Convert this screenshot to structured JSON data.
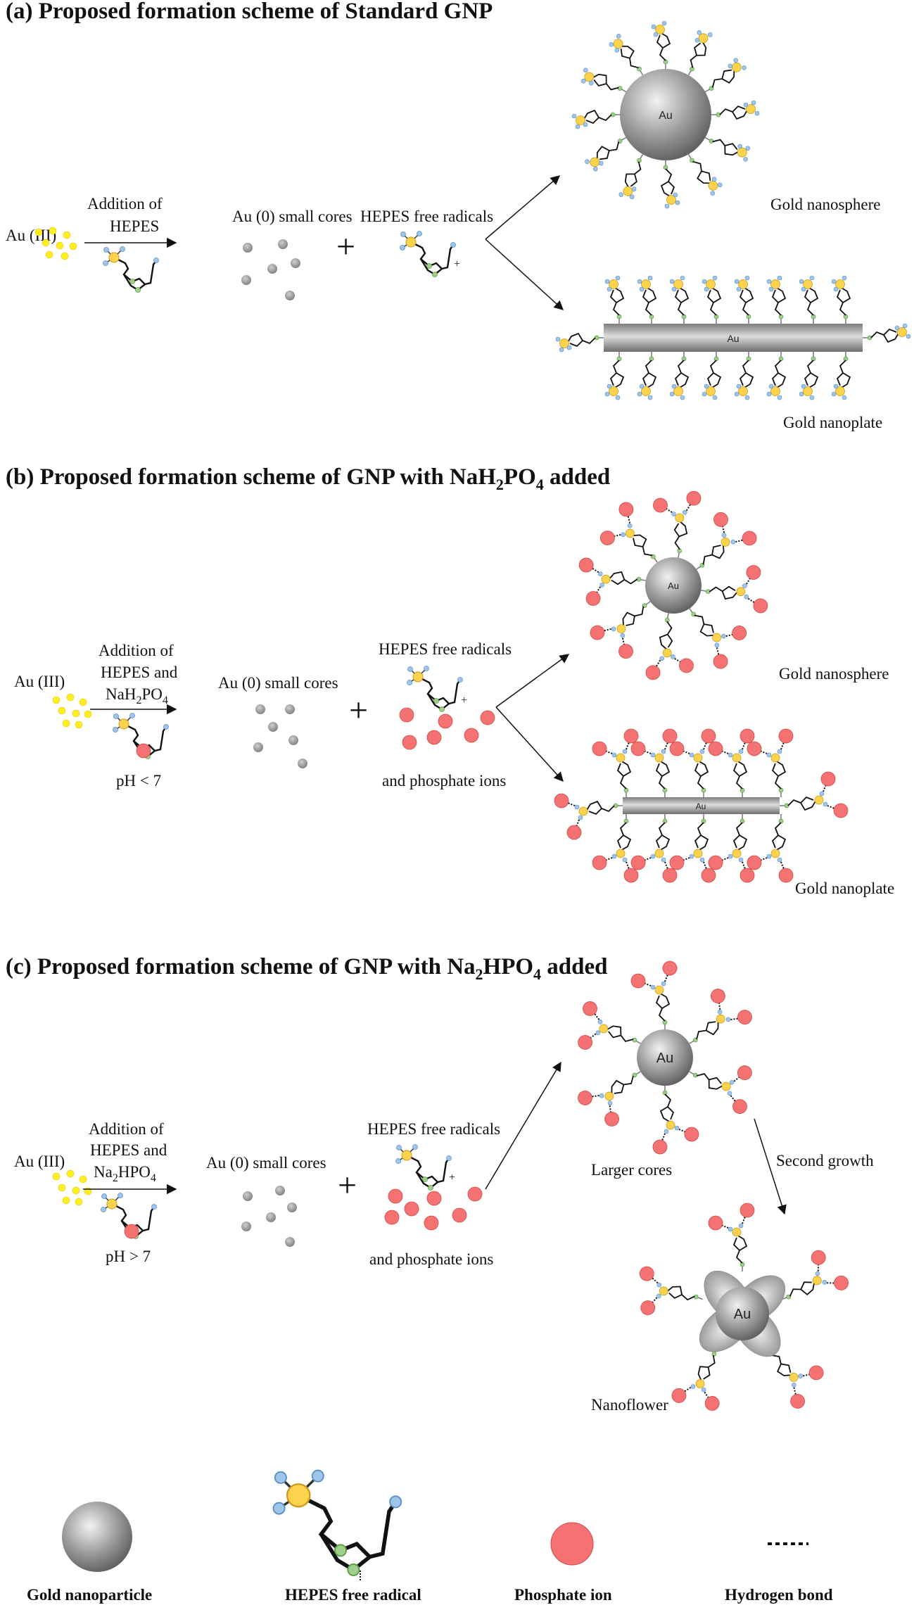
{
  "sections": {
    "a": {
      "title_main": "(a) Proposed formation scheme of Standard GNP"
    },
    "b": {
      "title_main": "(b) Proposed formation scheme of GNP with NaH",
      "sub1": "2",
      "mid": "PO",
      "sub2": "4",
      "title_end": " added"
    },
    "c": {
      "title_main": "(c) Proposed formation scheme of GNP with Na",
      "sub1": "2",
      "mid": "HPO",
      "sub2": "4",
      "title_end": " added"
    }
  },
  "labels": {
    "au3": "Au (III)",
    "addition_of": "Addition of",
    "hepes": "HEPES",
    "hepes_and": "HEPES and",
    "nah2po4_a": "NaH",
    "nah2po4_sub1": "2",
    "nah2po4_b": "PO",
    "nah2po4_sub2": "4",
    "na2hpo4_a": "Na",
    "na2hpo4_sub1": "2",
    "na2hpo4_b": "HPO",
    "na2hpo4_sub2": "4",
    "au0": "Au (0) small cores",
    "hepes_radicals": "HEPES free radicals",
    "and_phosphate": "and phosphate ions",
    "ph_lt": "pH < 7",
    "ph_gt": "pH > 7",
    "gold_nanosphere": "Gold nanosphere",
    "gold_nanoplate": "Gold nanoplate",
    "larger_cores": "Larger cores",
    "second_growth": "Second growth",
    "nanoflower": "Nanoflower",
    "au": "Au",
    "plus": "+"
  },
  "legend": {
    "gold_nanoparticle": "Gold nanoparticle",
    "hepes_free_radical": "HEPES free radical",
    "phosphate_ion": "Phosphate ion",
    "hydrogen_bond": "Hydrogen bond"
  },
  "colors": {
    "phosphate": "#f47272",
    "gold_dot": "#ffee22",
    "hepes_head": "#fcd34d",
    "hepes_o": "#9ec5ea",
    "hepes_n": "#9ed08a",
    "core_gray": "#9a9a9a"
  }
}
